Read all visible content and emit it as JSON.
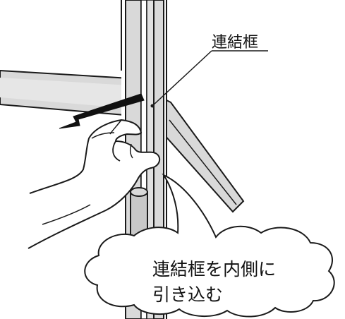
{
  "callout": {
    "label": "連結框"
  },
  "speech_bubble": {
    "line1": "連結框を内側に",
    "line2": "引き込む"
  },
  "colors": {
    "frame_fill": "#d9d9d9",
    "outline": "#1a1a1a",
    "background": "#ffffff"
  }
}
